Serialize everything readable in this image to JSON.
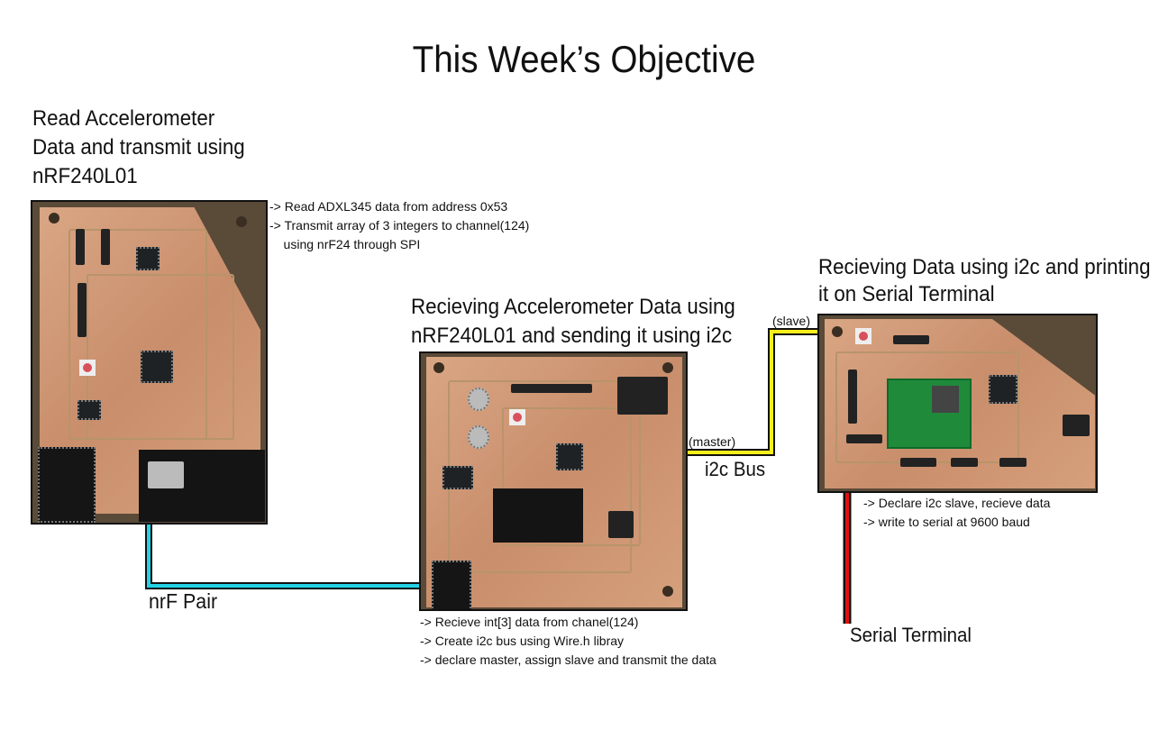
{
  "title": "This Week’s Objective",
  "transmitter": {
    "heading": [
      "Read Accelerometer",
      "Data and transmit using",
      "nRF240L01"
    ],
    "notes": [
      "-> Read ADXL345 data from address 0x53",
      "-> Transmit array of 3 integers to channel(124)",
      "    using nrF24 through SPI"
    ]
  },
  "receiver": {
    "heading": [
      "Recieving Accelerometer Data using",
      "nRF240L01 and sending it using i2c"
    ],
    "notes": [
      "-> Recieve int[3] data from chanel(124)",
      "-> Create i2c bus using Wire.h libray",
      "-> declare master, assign slave and transmit the data"
    ]
  },
  "slave": {
    "heading": [
      "Recieving Data using i2c and printing",
      "it on Serial Terminal"
    ],
    "notes": [
      "-> Declare i2c slave, recieve data",
      "-> write to serial at 9600 baud"
    ]
  },
  "links": {
    "nrf_pair": "nrF Pair",
    "i2c_bus": "i2c Bus",
    "master": "(master)",
    "slave": "(slave)",
    "serial": "Serial Terminal"
  },
  "colors": {
    "nrf_wire": "#22d3e6",
    "i2c_wire": "#f7ee1a",
    "serial_wire": "#e01010"
  }
}
